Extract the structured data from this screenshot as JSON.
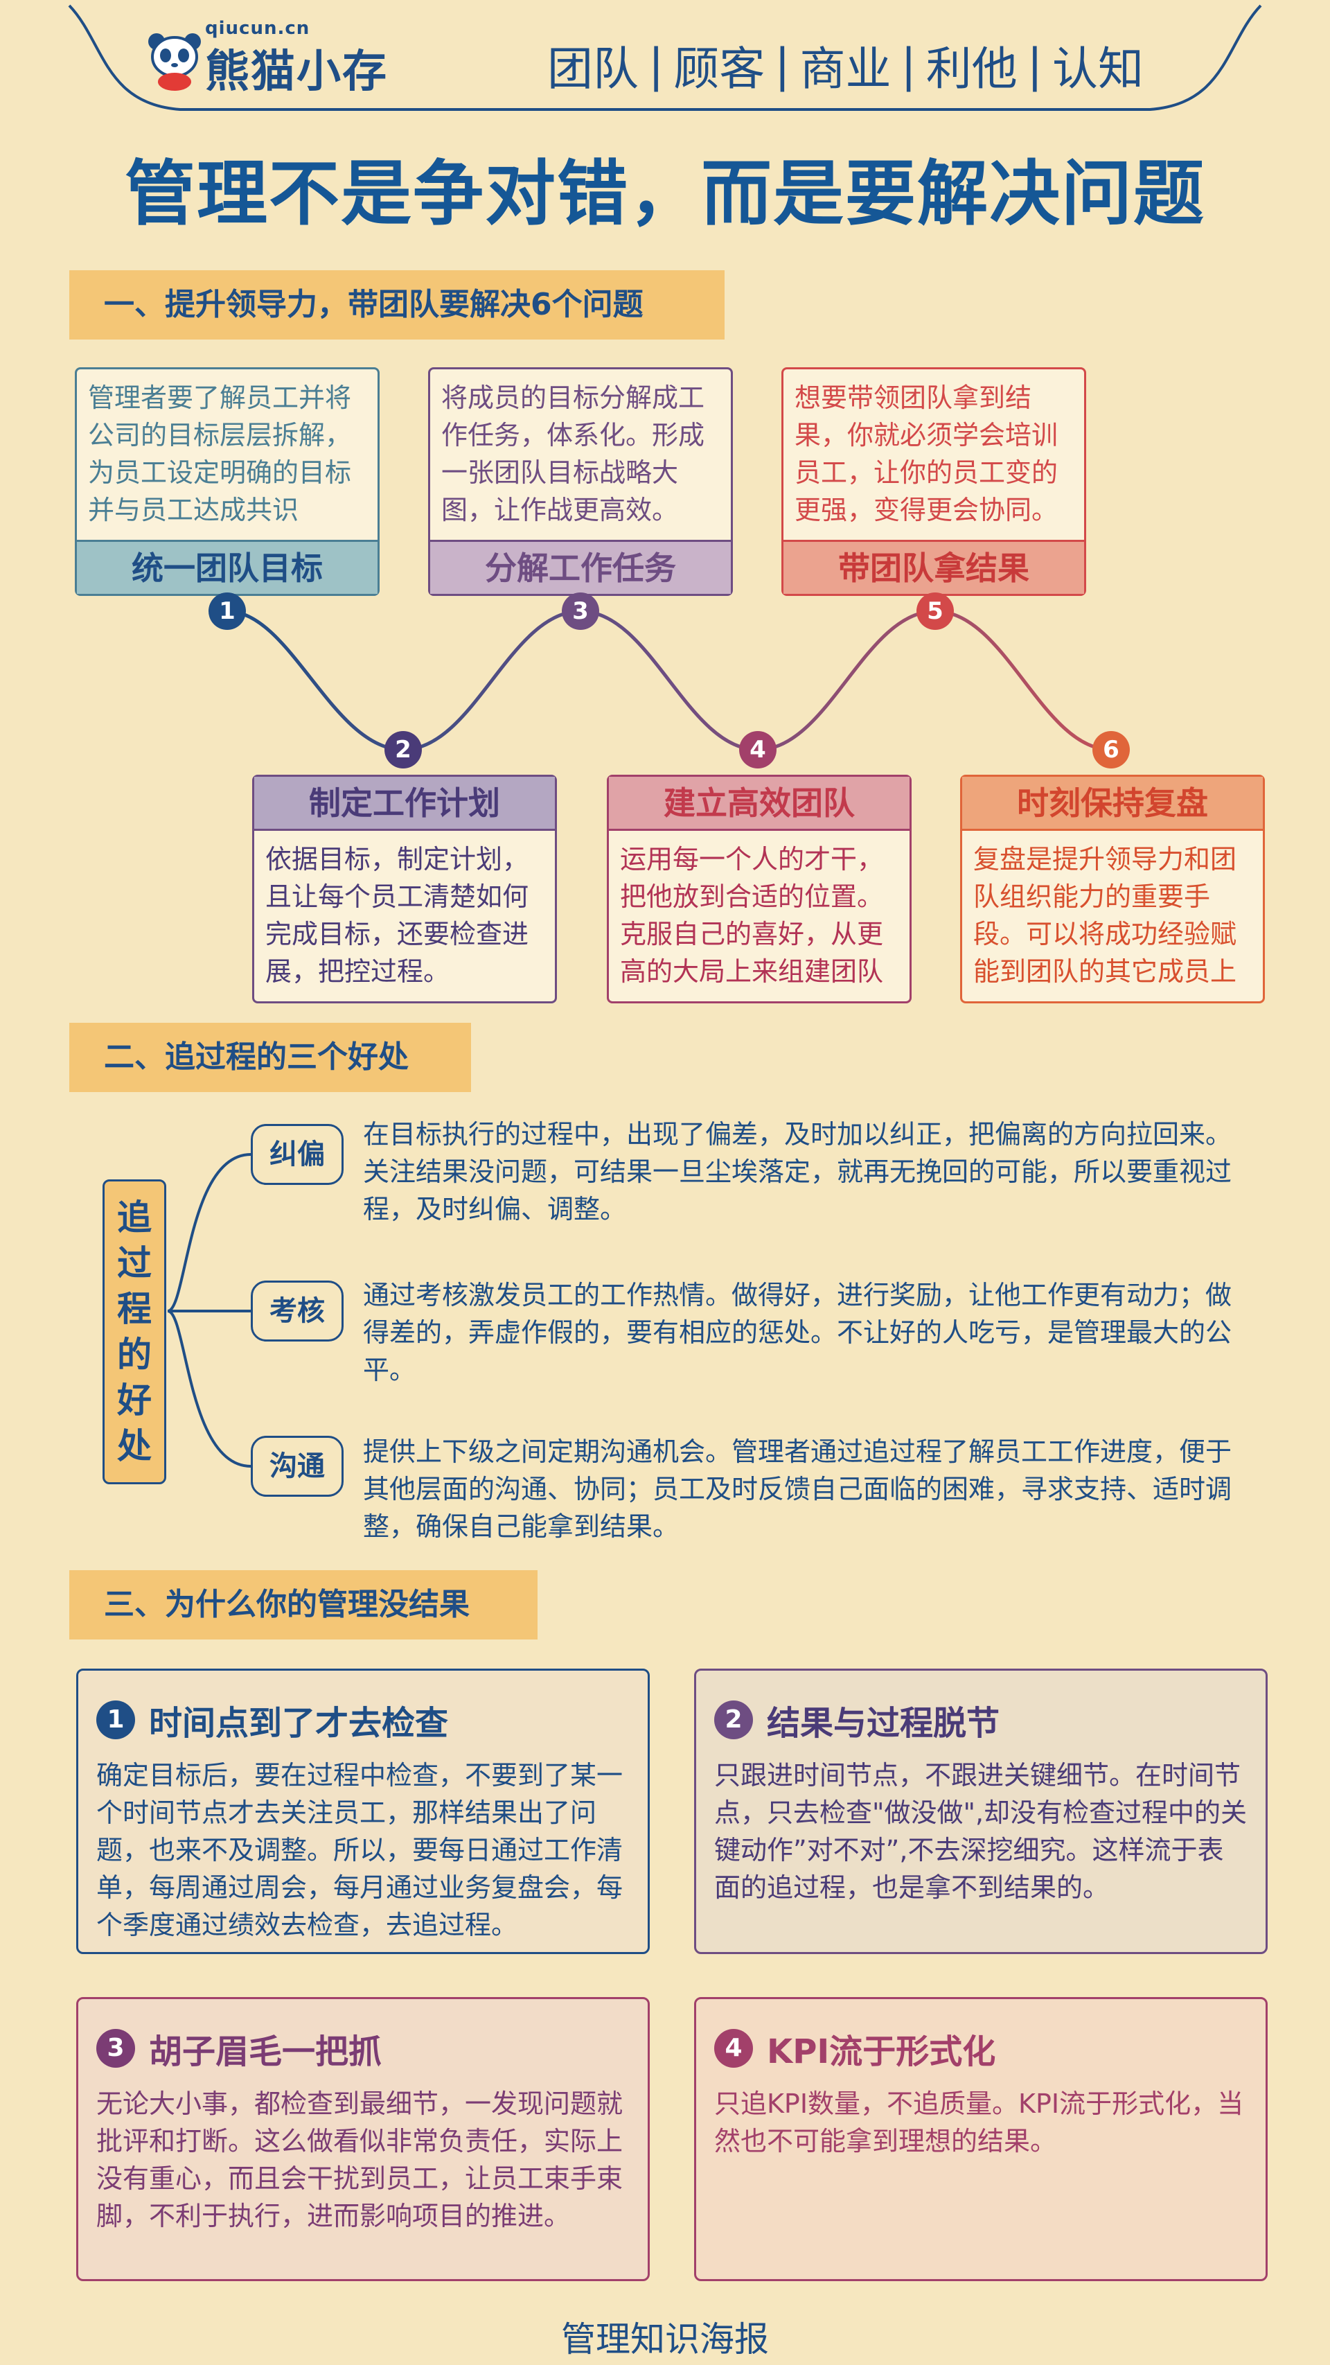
{
  "header": {
    "brand_small": "qiucun.cn",
    "brand_name": "熊猫小存",
    "nav": [
      "团队",
      "顾客",
      "商业",
      "利他",
      "认知"
    ],
    "nav_sep": "|"
  },
  "title": "管理不是争对错，而是要解决问题",
  "section1": {
    "heading": "一、提升领导力，带团队要解决6个问题",
    "items": [
      {
        "num": "1",
        "label": "统一团队目标",
        "text": "管理者要了解员工并将公司的目标层层拆解，为员工设定明确的目标并与员工达成共识"
      },
      {
        "num": "2",
        "label": "制定工作计划",
        "text": "依据目标，制定计划，且让每个员工清楚如何完成目标，还要检查进展，把控过程。"
      },
      {
        "num": "3",
        "label": "分解工作任务",
        "text": "将成员的目标分解成工作任务，体系化。形成一张团队目标战略大图，让作战更高效。"
      },
      {
        "num": "4",
        "label": "建立高效团队",
        "text": "运用每一个人的才干，把他放到合适的位置。克服自己的喜好，从更高的大局上来组建团队"
      },
      {
        "num": "5",
        "label": "带团队拿结果",
        "text": "想要带领团队拿到结果，你就必须学会培训员工，让你的员工变的更强，变得更会协同。"
      },
      {
        "num": "6",
        "label": "时刻保持复盘",
        "text": "复盘是提升领导力和团队组织能力的重要手段。可以将成功经验赋能到团队的其它成员上"
      }
    ]
  },
  "section2": {
    "heading": "二、追过程的三个好处",
    "vertical_label": [
      "追",
      "过",
      "程",
      "的",
      "好",
      "处"
    ],
    "items": [
      {
        "tag": "纠偏",
        "text": "在目标执行的过程中，出现了偏差，及时加以纠正，把偏离的方向拉回来。关注结果没问题，可结果一旦尘埃落定，就再无挽回的可能，所以要重视过程，及时纠偏、调整。"
      },
      {
        "tag": "考核",
        "text": "通过考核激发员工的工作热情。做得好，进行奖励，让他工作更有动力；做得差的，弄虚作假的，要有相应的惩处。不让好的人吃亏，是管理最大的公平。"
      },
      {
        "tag": "沟通",
        "text": "提供上下级之间定期沟通机会。管理者通过追过程了解员工工作进度，便于其他层面的沟通、协同；员工及时反馈自己面临的困难，寻求支持、适时调整，确保自己能拿到结果。"
      }
    ]
  },
  "section3": {
    "heading": "三、为什么你的管理没结果",
    "cards": [
      {
        "num": "1",
        "title": "时间点到了才去检查",
        "text": "确定目标后，要在过程中检查，不要到了某一个时间节点才去关注员工，那样结果出了问题，也来不及调整。所以，要每日通过工作清单，每周通过周会，每月通过业务复盘会，每个季度通过绩效去检查，去追过程。"
      },
      {
        "num": "2",
        "title": "结果与过程脱节",
        "text": "只跟进时间节点，不跟进关键细节。在时间节点，只去检查\"做没做\",却没有检查过程中的关键动作”对不对”,不去深挖细究。这样流于表面的追过程，也是拿不到结果的。"
      },
      {
        "num": "3",
        "title": "胡子眉毛一把抓",
        "text": "无论大小事，都检查到最细节，一发现问题就批评和打断。这么做看似非常负责任，实际上没有重心，而且会干扰到员工，让员工束手束脚，不利于执行，进而影响项目的推进。"
      },
      {
        "num": "4",
        "title": "KPI流于形式化",
        "text": "只追KPI数量，不追质量。KPI流于形式化，当然也不可能拿到理想的结果。"
      }
    ]
  },
  "footer": "管理知识海报",
  "colors": {
    "background": "#f6e7bf",
    "navy": "#1f4e86",
    "section_tag": "#f4c676",
    "teal": "#4a7e94",
    "purple": "#6e4d82",
    "red": "#d34949",
    "orange": "#e0653a",
    "magenta": "#a2406a"
  }
}
